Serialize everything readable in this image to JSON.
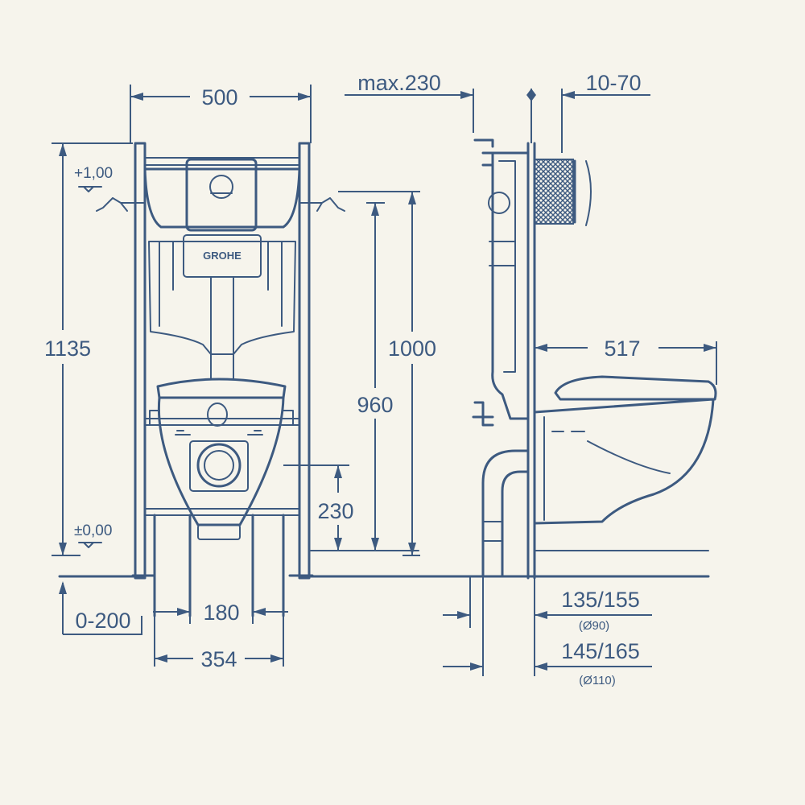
{
  "brand": "GROHE",
  "levels": {
    "upper": "+1,00",
    "zero": "±0,00"
  },
  "front_view": {
    "width_top": "500",
    "height_total": "1135",
    "height_frame": "1000",
    "height_outlet": "960",
    "height_bolt": "230",
    "bolt_spacing": "180",
    "foot_spacing": "354",
    "floor_offset": "0-200"
  },
  "side_view": {
    "max_depth": "max.230",
    "wall_thickness": "10-70",
    "bowl_depth": "517",
    "pipe_small": "135/155",
    "pipe_small_diameter": "(Ø90)",
    "pipe_large": "145/165",
    "pipe_large_diameter": "(Ø110)"
  }
}
